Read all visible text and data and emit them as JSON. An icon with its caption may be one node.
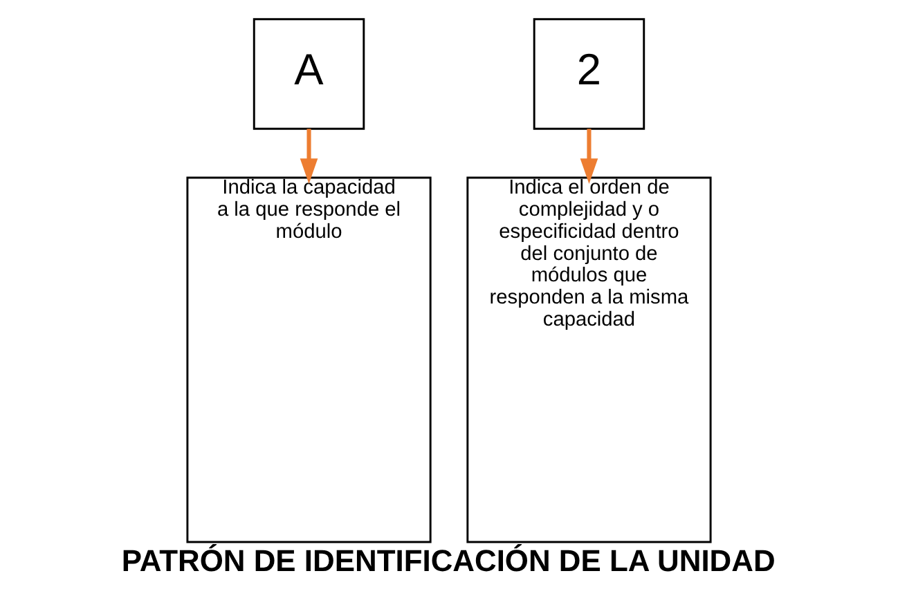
{
  "diagram": {
    "caption": "PATRÓN DE IDENTIFICACIÓN DE LA UNIDAD",
    "nodes": [
      {
        "text": [
          "A"
        ]
      },
      {
        "text": [
          "2"
        ]
      },
      {
        "text": [
          "Indica la capacidad a la que responde el módulo"
        ]
      },
      {
        "text": [
          "Indica el orden de complejidad y o especificidad dentro del conjunto de módulos que responden a la misma capacidad"
        ]
      }
    ],
    "edges": [
      {
        "from": 0,
        "to": 2,
        "arrow": "to"
      },
      {
        "from": 1,
        "to": 3,
        "arrow": "to"
      }
    ]
  }
}
